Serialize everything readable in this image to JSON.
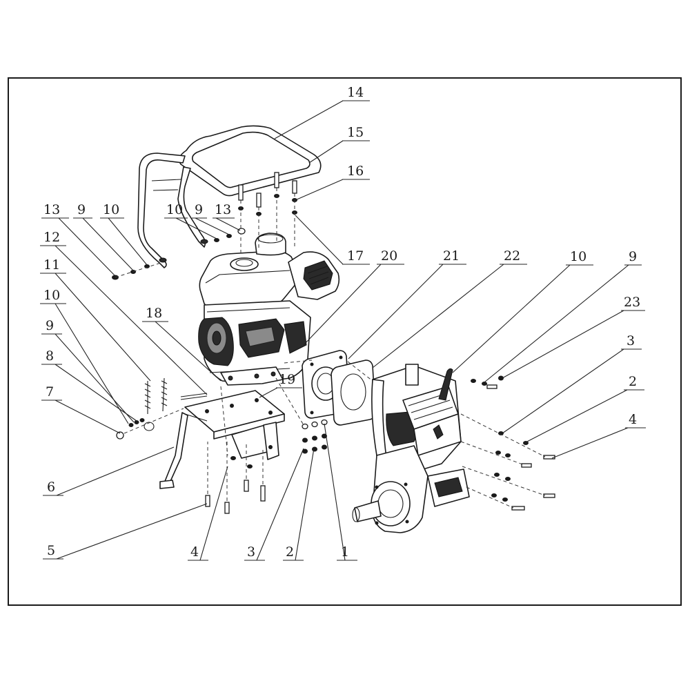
{
  "diagram": {
    "callouts": [
      {
        "id": "c14a",
        "text": "14"
      },
      {
        "id": "c15",
        "text": "15"
      },
      {
        "id": "c16",
        "text": "16"
      },
      {
        "id": "c17",
        "text": "17"
      },
      {
        "id": "c20",
        "text": "20"
      },
      {
        "id": "c21",
        "text": "21"
      },
      {
        "id": "c22",
        "text": "22"
      },
      {
        "id": "c10r",
        "text": "10"
      },
      {
        "id": "c9r",
        "text": "9"
      },
      {
        "id": "c23",
        "text": "23"
      },
      {
        "id": "c3r",
        "text": "3"
      },
      {
        "id": "c2r",
        "text": "2"
      },
      {
        "id": "c4r",
        "text": "4"
      },
      {
        "id": "c13a",
        "text": "13"
      },
      {
        "id": "c9a",
        "text": "9"
      },
      {
        "id": "c10a",
        "text": "10"
      },
      {
        "id": "c10b",
        "text": "10"
      },
      {
        "id": "c9b",
        "text": "9"
      },
      {
        "id": "c13b",
        "text": "13"
      },
      {
        "id": "c12",
        "text": "12"
      },
      {
        "id": "c11",
        "text": "11"
      },
      {
        "id": "c10c",
        "text": "10"
      },
      {
        "id": "c9c",
        "text": "9"
      },
      {
        "id": "c8",
        "text": "8"
      },
      {
        "id": "c7",
        "text": "7"
      },
      {
        "id": "c18",
        "text": "18"
      },
      {
        "id": "c19",
        "text": "19"
      },
      {
        "id": "c6",
        "text": "6"
      },
      {
        "id": "c5",
        "text": "5"
      },
      {
        "id": "c4b",
        "text": "4"
      },
      {
        "id": "c3b",
        "text": "3"
      },
      {
        "id": "c2b",
        "text": "2"
      },
      {
        "id": "c1",
        "text": "1"
      }
    ]
  }
}
